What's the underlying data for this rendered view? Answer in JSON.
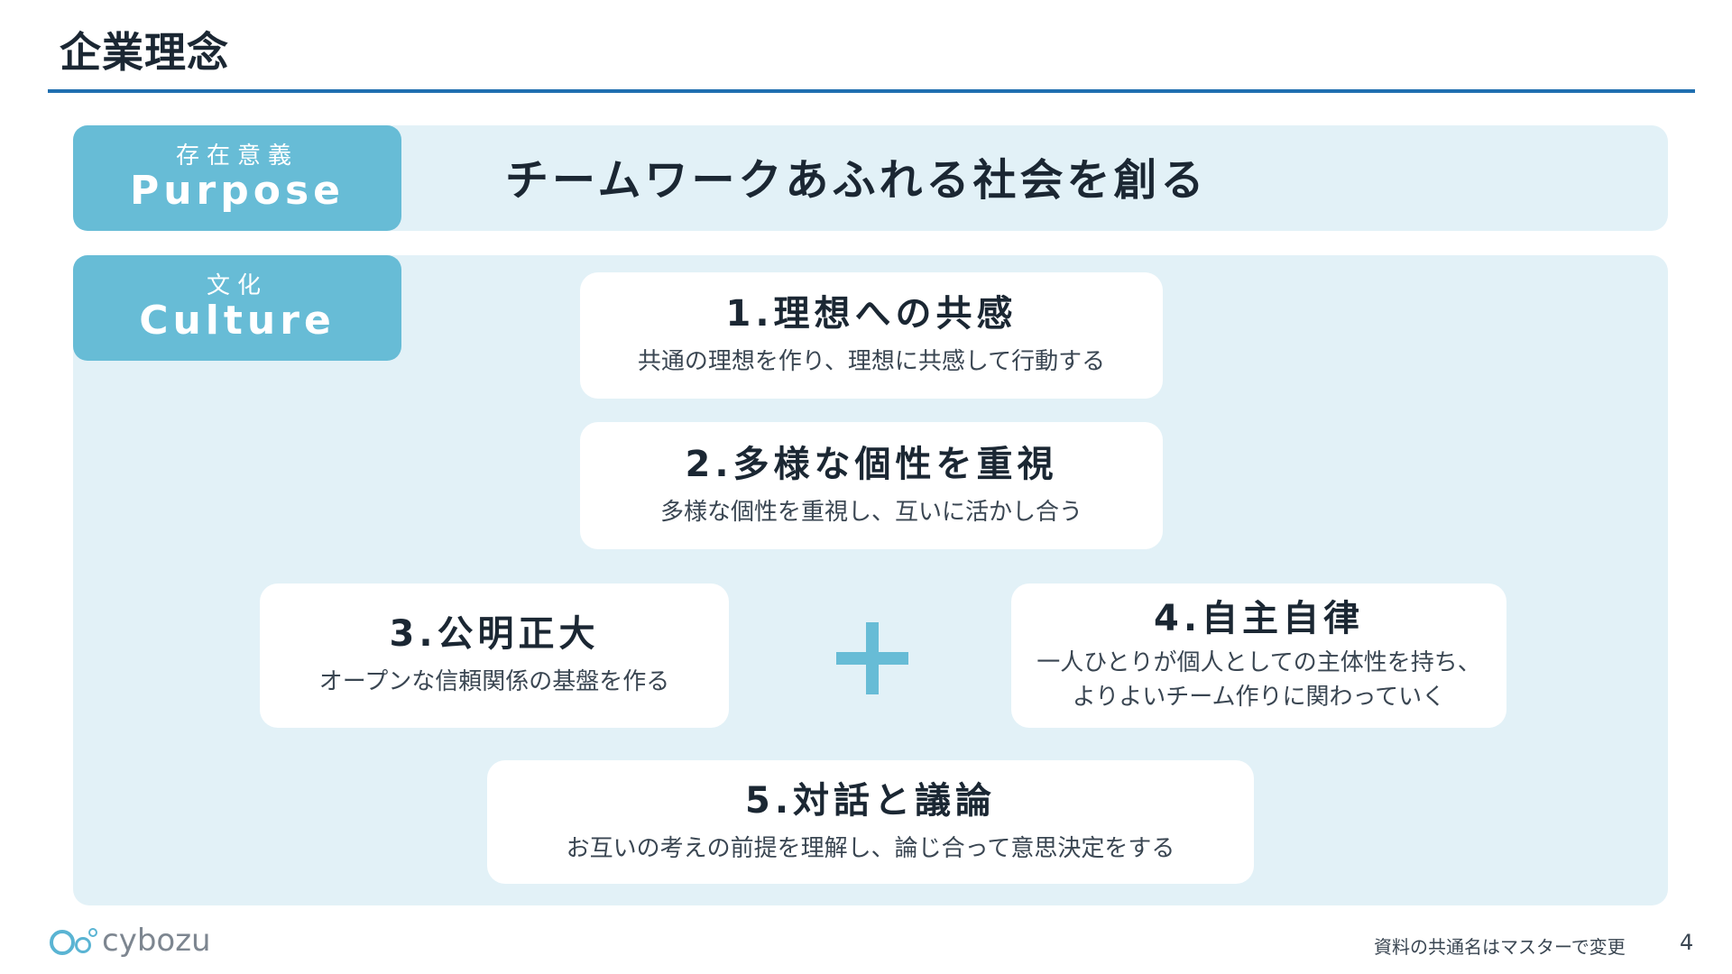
{
  "slide": {
    "title": "企業理念"
  },
  "purpose": {
    "tag_ja": "存在意義",
    "tag_en": "Purpose",
    "statement": "チームワークあふれる社会を創る"
  },
  "culture": {
    "tag_ja": "文化",
    "tag_en": "Culture",
    "items": [
      {
        "heading": "1.理想への共感",
        "description": "共通の理想を作り、理想に共感して行動する"
      },
      {
        "heading": "2.多様な個性を重視",
        "description": "多様な個性を重視し、互いに活かし合う"
      },
      {
        "heading": "3.公明正大",
        "description": "オープンな信頼関係の基盤を作る"
      },
      {
        "heading": "4.自主自律",
        "description_lines": [
          "一人ひとりが個人としての主体性を持ち、",
          "よりよいチーム作りに関わっていく"
        ]
      },
      {
        "heading": "5.対話と議論",
        "description": "お互いの考えの前提を理解し、論じ合って意思決定をする"
      }
    ],
    "connector_icon": "plus-icon"
  },
  "footer": {
    "logo_text": "cybozu",
    "note": "資料の共通名はマスターで変更",
    "page_number": "4"
  },
  "colors": {
    "accent": "#67bcd6",
    "panel_bg": "#e2f1f7",
    "rule": "#1f6fb0",
    "text_dark": "#1b2733"
  }
}
